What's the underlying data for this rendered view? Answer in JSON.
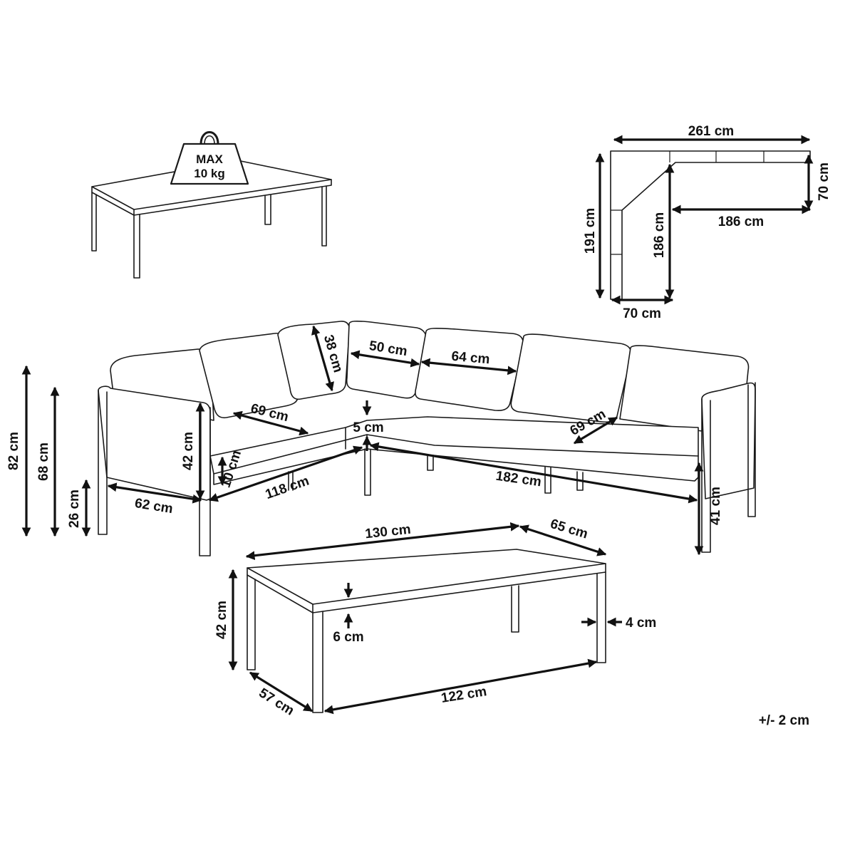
{
  "weight_badge": {
    "line1": "MAX",
    "line2": "10 kg"
  },
  "plan_view": {
    "total_width": "261 cm",
    "total_depth": "191 cm",
    "inner_width": "186 cm",
    "inner_depth": "186 cm",
    "arm_depth_right": "70 cm",
    "arm_depth_bottom": "70 cm"
  },
  "sofa": {
    "height_total": "82 cm",
    "height_back": "68 cm",
    "height_seat_frame": "26 cm",
    "armrest_height": "42 cm",
    "seat_cushion": "10 cm",
    "arm_width": "62 cm",
    "left_length": "118 cm",
    "back_cushion_height": "38 cm",
    "back_cushion_width_small": "50 cm",
    "back_cushion_width_large": "64 cm",
    "seat_depth_left": "69 cm",
    "seat_depth_right": "69 cm",
    "leg_clearance": "5 cm",
    "right_length": "182 cm",
    "right_height": "41 cm"
  },
  "table": {
    "length": "130 cm",
    "depth": "65 cm",
    "height": "42 cm",
    "top_thickness": "6 cm",
    "leg_width": "4 cm",
    "inner_length": "122 cm",
    "inner_depth": "57 cm"
  },
  "tolerance": "+/- 2 cm"
}
